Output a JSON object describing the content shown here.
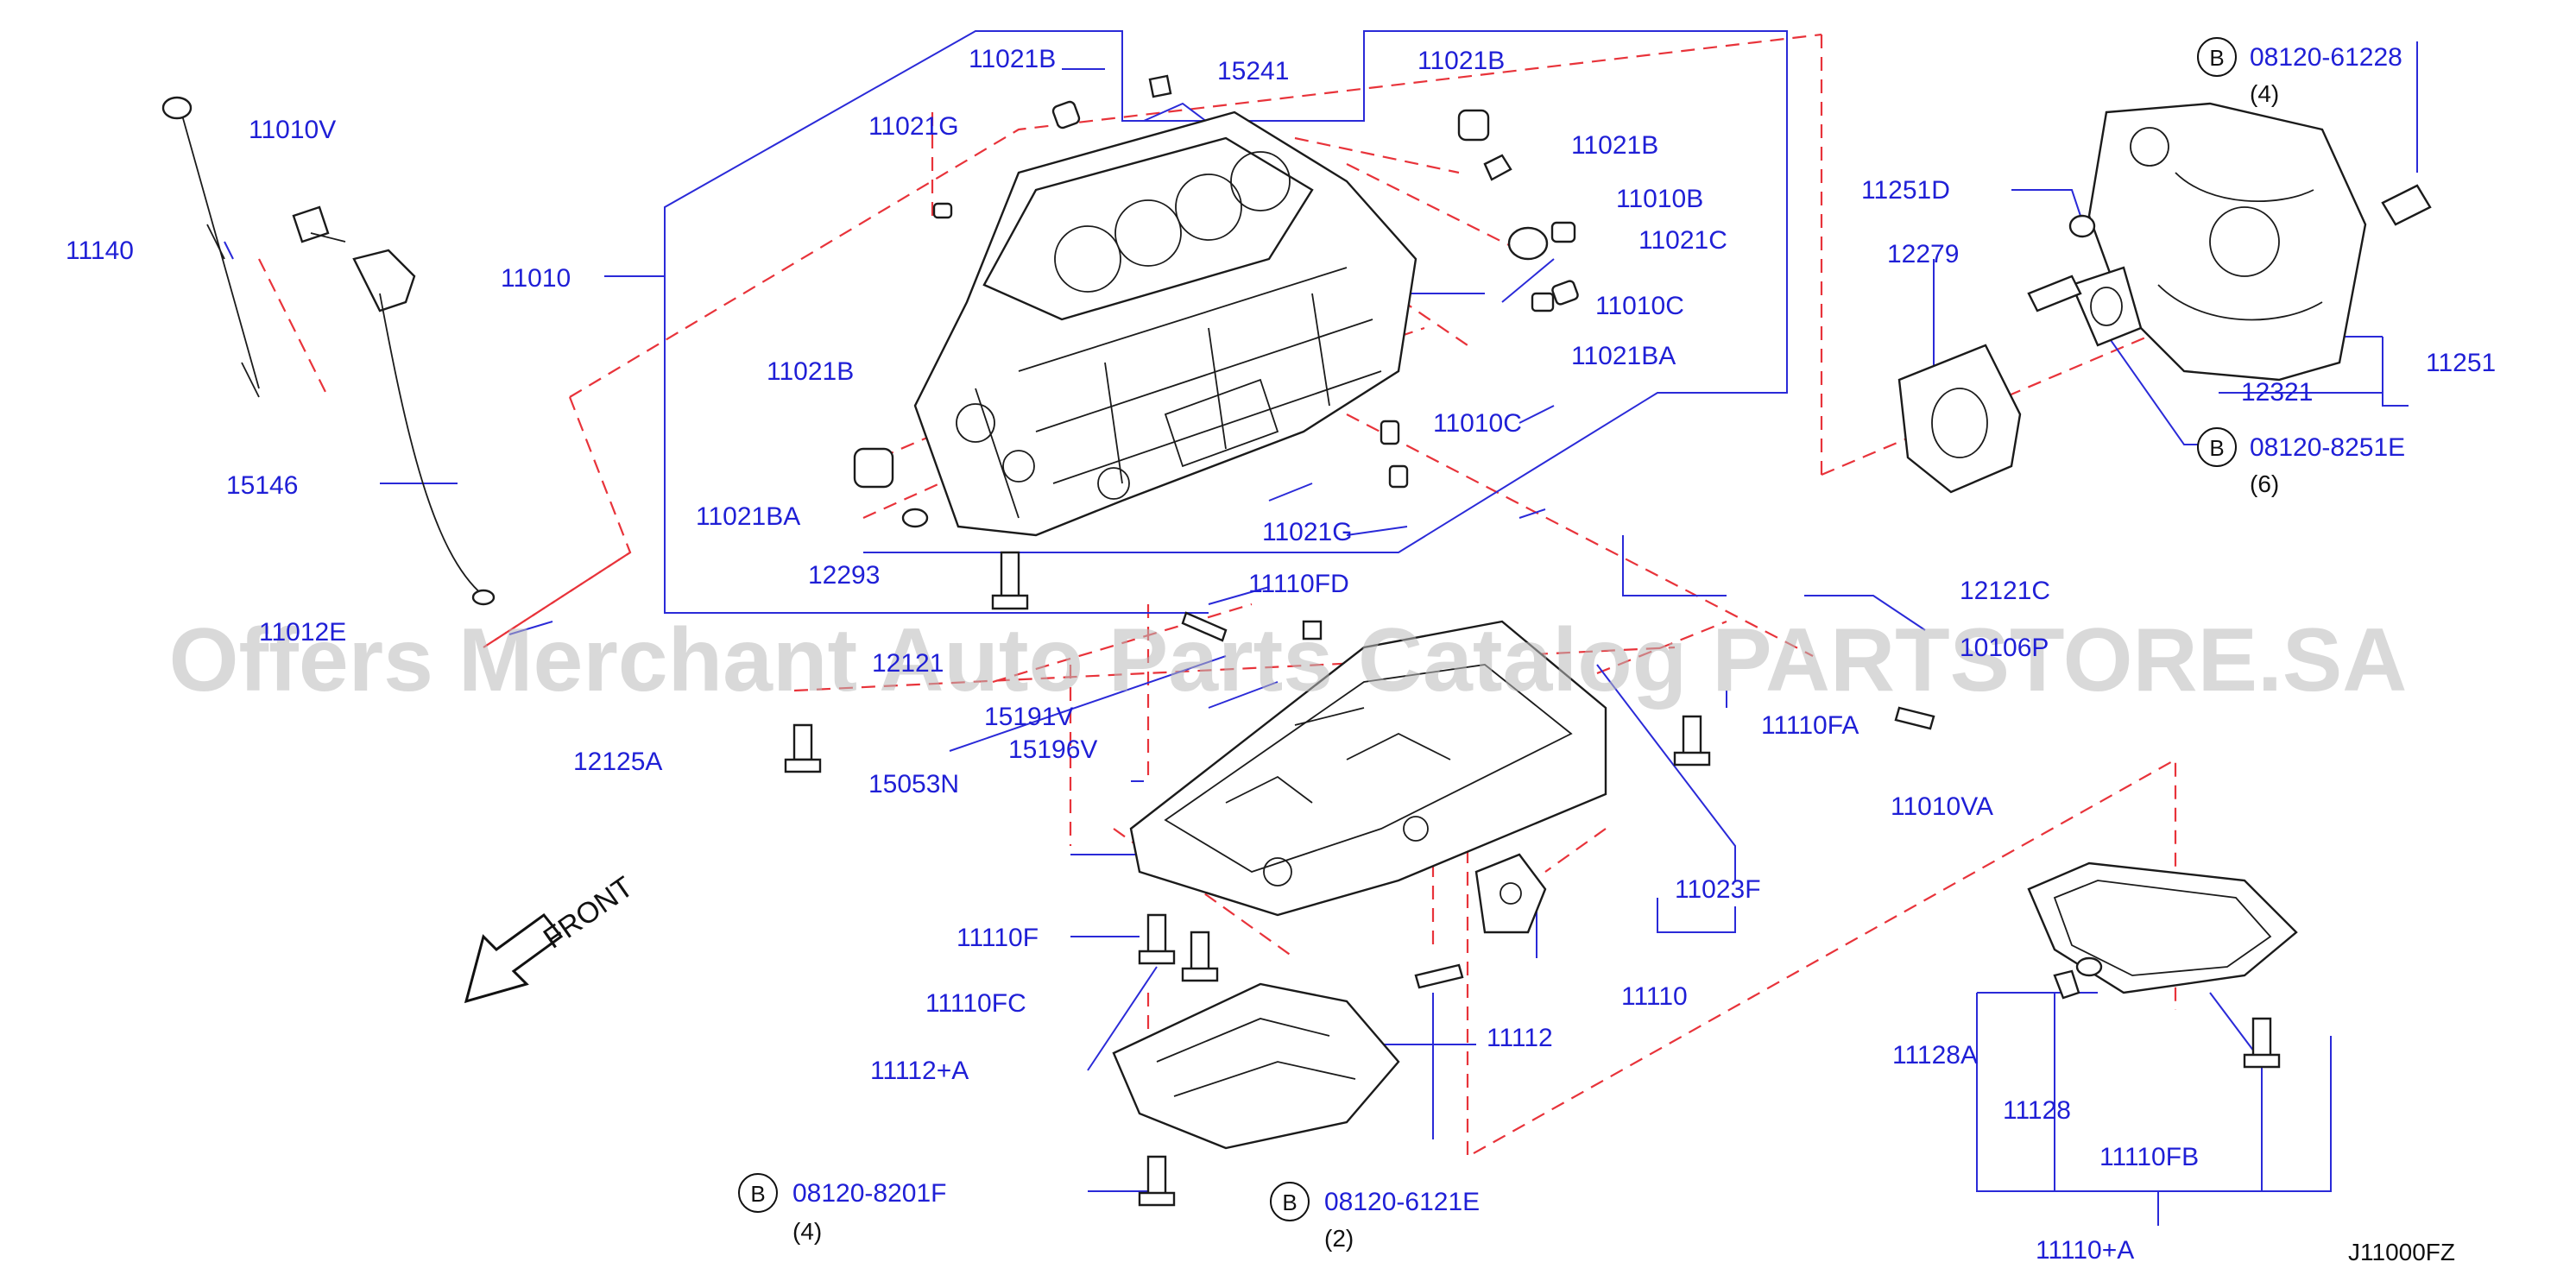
{
  "labels": {
    "p11021B_a": "11021B",
    "p15241": "15241",
    "p11021B_b": "11021B",
    "p11010V": "11010V",
    "p11021G_a": "11021G",
    "p11021B_c": "11021B",
    "p11010B": "11010B",
    "p11140": "11140",
    "p11021C": "11021C",
    "p11010": "11010",
    "p11010C_a": "11010C",
    "p11021BA_a": "11021BA",
    "p11021B_d": "11021B",
    "p11010C_b": "11010C",
    "p15146": "15146",
    "p11021BA_b": "11021BA",
    "p11021G_b": "11021G",
    "p12293": "12293",
    "p11110FD": "11110FD",
    "p12121C": "12121C",
    "p11012E": "11012E",
    "p12121": "12121",
    "p15191V": "15191V",
    "p12125A": "12125A",
    "p15196V": "15196V",
    "p11110FA": "11110FA",
    "p15053N": "15053N",
    "p11010VA": "11010VA",
    "p11023F": "11023F",
    "p11110F": "11110F",
    "p11110FC": "11110FC",
    "p11110": "11110",
    "p11112": "11112",
    "p11112A": "11112+A",
    "p11128A": "11128A",
    "p11128": "11128",
    "p11110FB": "11110FB",
    "p11110A": "11110+A",
    "p11251D": "11251D",
    "p12279": "12279",
    "p11251": "11251",
    "p12321": "12321",
    "p10106P": "10106P"
  },
  "bolts": {
    "b1": {
      "mark": "B",
      "part": "08120-61228",
      "qty": "(4)"
    },
    "b2": {
      "mark": "B",
      "part": "08120-8251E",
      "qty": "(6)"
    },
    "b3": {
      "mark": "B",
      "part": "08120-8201F",
      "qty": "(4)"
    },
    "b4": {
      "mark": "B",
      "part": "08120-6121E",
      "qty": "(2)"
    }
  },
  "front_label": "FRONT",
  "watermark": "Offers Merchant Auto Parts Catalog PARTSTORE.SA",
  "figure_code": "J11000FZ",
  "colors": {
    "label": "#1f1fd6",
    "dash": "#e8333a",
    "line": "#1b1b1b"
  }
}
